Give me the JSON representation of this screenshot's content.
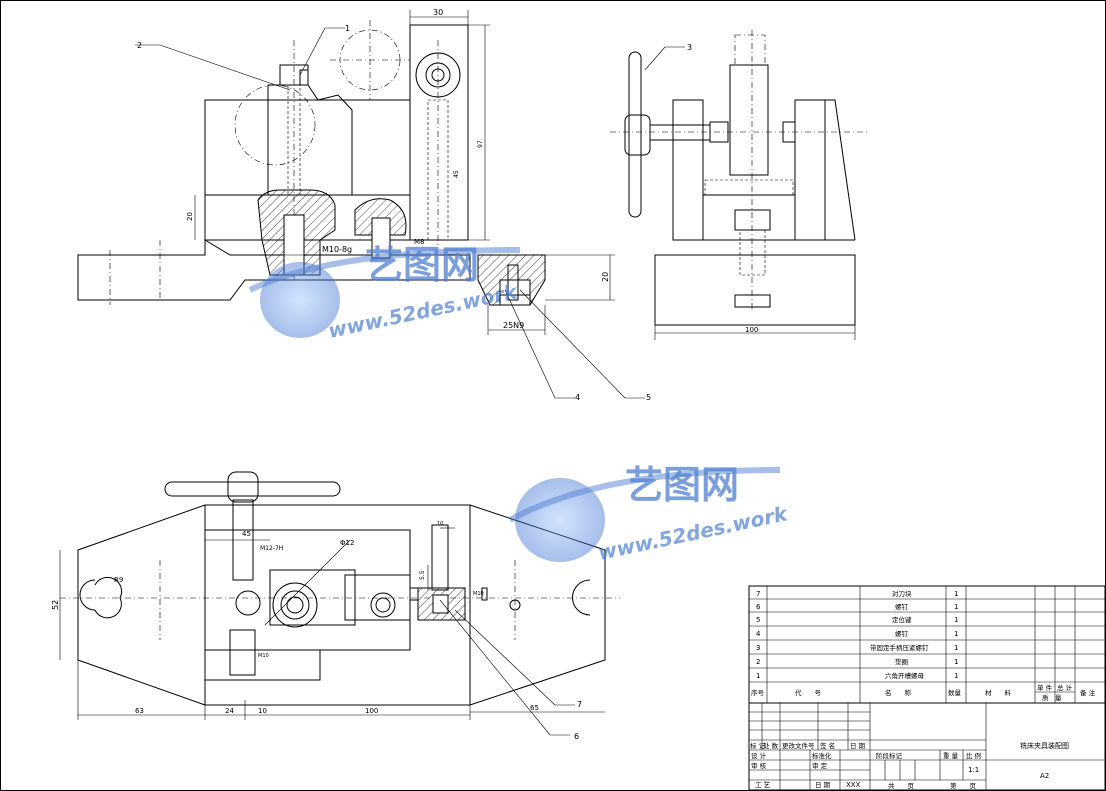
{
  "drawing": {
    "balloons": [
      "1",
      "2",
      "3",
      "4",
      "5",
      "6",
      "7"
    ],
    "dimensions": {
      "top_width": "30",
      "right_height": "97",
      "inner_height": "45",
      "left_height": "20",
      "base_height": "20",
      "thread": "M10-8g",
      "thread_small": "M8",
      "slot_width": "25N9",
      "side_width": "100",
      "plan_left": "63",
      "plan_a": "24",
      "plan_b": "10",
      "plan_total": "100",
      "plan_right": "65",
      "plan_height": "52",
      "radius": "R9",
      "d45": "45",
      "thread_m12": "M12-7H",
      "d_phi": "Φ12",
      "d10": "10",
      "d55": "5.5",
      "m10": "M10",
      "m10b": "M10"
    }
  },
  "watermark": {
    "brand": "艺图网",
    "url": "www.52des.work"
  },
  "parts_list": {
    "rows": [
      {
        "no": "7",
        "name": "对刀块",
        "qty": "1"
      },
      {
        "no": "6",
        "name": "螺钉",
        "qty": "1"
      },
      {
        "no": "5",
        "name": "定位键",
        "qty": "1"
      },
      {
        "no": "4",
        "name": "螺钉",
        "qty": "1"
      },
      {
        "no": "3",
        "name": "带固定手柄压紧螺钉",
        "qty": "1"
      },
      {
        "no": "2",
        "name": "垫圈",
        "qty": "1"
      },
      {
        "no": "1",
        "name": "六角开槽螺母",
        "qty": "1"
      }
    ],
    "header": {
      "no": "序号",
      "code": "代　　号",
      "name": "名　　称",
      "qty": "数量",
      "material": "材　　料",
      "unit_weight": "单 件",
      "total_weight": "总 计",
      "weight": "质　量",
      "remark": "备 注"
    }
  },
  "title_block": {
    "title": "铣床夹具装配图",
    "format": "A2",
    "scale": "1:1",
    "date": "XXX",
    "labels": {
      "mark": "标 记",
      "count": "处 数",
      "change_doc": "更改文件号",
      "sign": "签 名",
      "date_l": "日 期",
      "design": "设 计",
      "standard": "标准化",
      "review": "审 核",
      "check": "审 定",
      "process": "工 艺",
      "date2": "日 期",
      "stage": "阶段标记",
      "weight": "重 量",
      "scale_l": "比 例",
      "total_sheets": "共　　页",
      "sheet": "第　　页"
    }
  }
}
